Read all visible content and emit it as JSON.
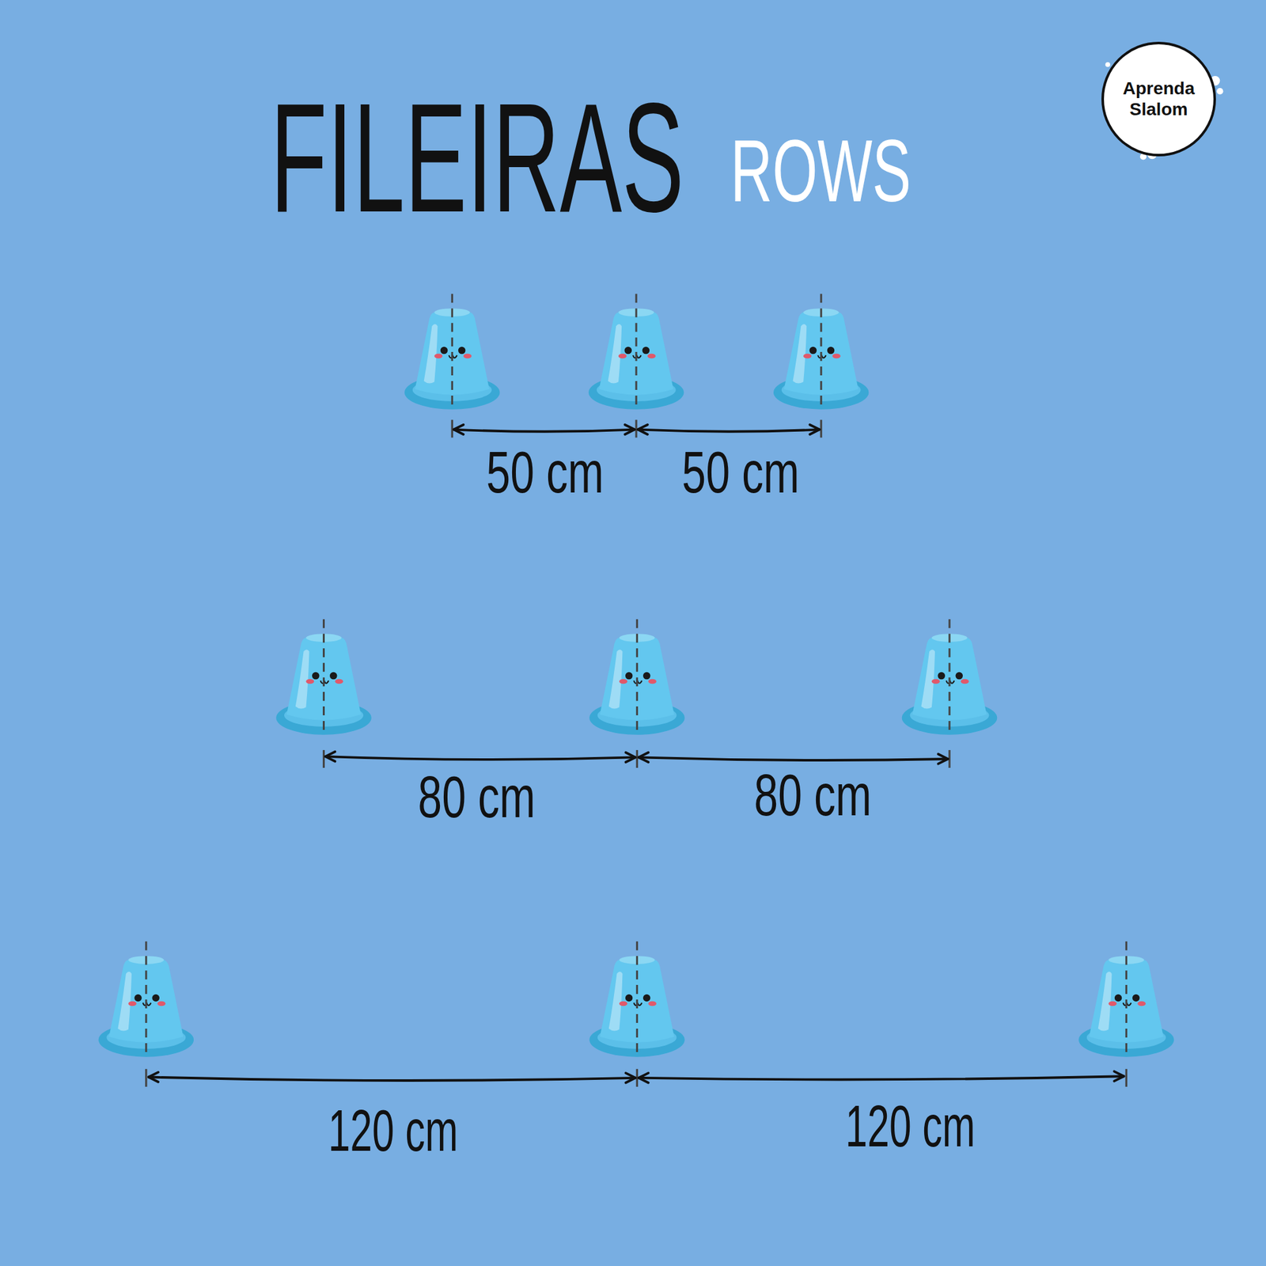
{
  "diagram": {
    "title": "FILEIRAS",
    "nodes": [
      {
        "text": [
          "Aprenda Slalom"
        ]
      }
    ],
    "labels": [
      "ROWS",
      "50 cm",
      "50 cm",
      "80 cm",
      "80 cm",
      "120 cm",
      "120 cm"
    ]
  }
}
